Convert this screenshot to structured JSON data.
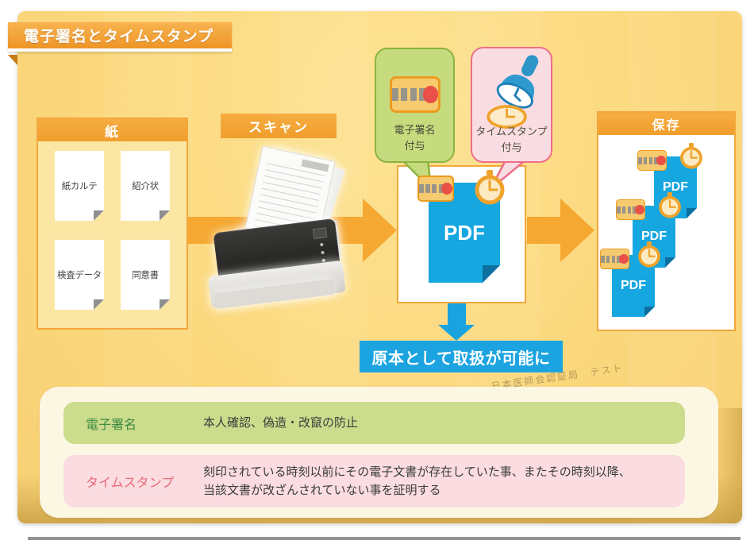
{
  "slide": {
    "title": "電子署名とタイムスタンプ"
  },
  "paper_section": {
    "header": "紙",
    "documents": [
      "紙カルテ",
      "紹介状",
      "検査データ",
      "同意書"
    ]
  },
  "scan_section": {
    "label": "スキャン"
  },
  "sign_callout": {
    "line1": "電子署名",
    "line2": "付与"
  },
  "stamp_callout": {
    "line1": "タイムスタンプ",
    "line2": "付与"
  },
  "pdf_section": {
    "doc_label": "PDF"
  },
  "result_banner": {
    "label": "原本として取扱が可能に"
  },
  "save_section": {
    "header": "保存",
    "docs": [
      "PDF",
      "PDF",
      "PDF"
    ]
  },
  "legend": {
    "rows": [
      {
        "term": "電子署名",
        "desc": "本人確認、偽造・改竄の防止"
      },
      {
        "term": "タイムスタンプ",
        "desc": "刻印されている時刻以前にその電子文書が存在していた事、またその時刻以降、\n当該文書が改ざんされていない事を証明する"
      }
    ]
  },
  "watermark": "日本医師会認証局　テスト",
  "colors": {
    "bg_yellow": "#FBD87D",
    "accent_orange": "#F2A73B",
    "arrow_orange": "#F5A832",
    "pdf_blue": "#17A7E0",
    "banner_blue": "#1BA4E0",
    "bubble_green_fill": "#C6DB7E",
    "bubble_green_border": "#8CB33F",
    "bubble_pink_fill": "#FADDE3",
    "bubble_pink_border": "#EE6E87",
    "legend_green": "#CBDD8D",
    "legend_pink": "#FADCE1",
    "term_green": "#3F8A43",
    "term_pink": "#E96A77",
    "token_red": "#E85048",
    "clock_orange": "#EFA32C"
  }
}
